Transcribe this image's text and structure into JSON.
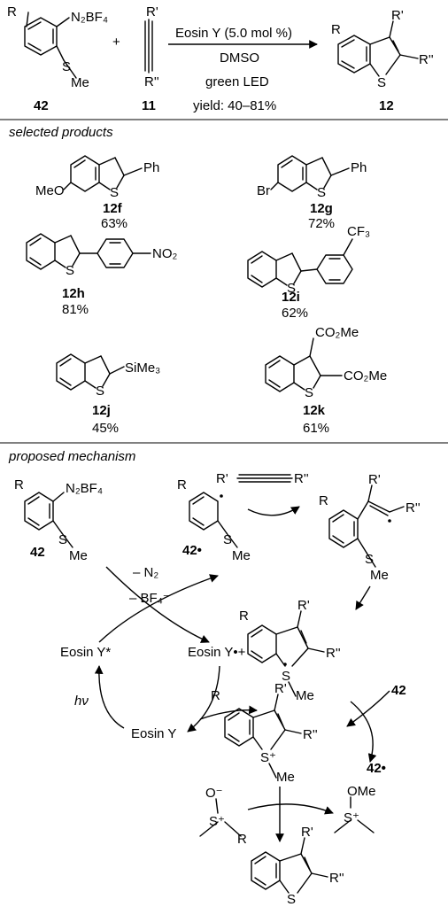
{
  "reaction": {
    "reactant_label": "42",
    "alkyne_label": "11",
    "product_label": "12",
    "plus": "+",
    "conditions": [
      "Eosin Y (5.0 mol %)",
      "DMSO",
      "green LED",
      "yield: 40–81%"
    ],
    "groups": {
      "R": "R",
      "R1": "R'",
      "R2": "R''",
      "diazonium": "N₂BF₄",
      "S": "S",
      "Me": "Me"
    }
  },
  "sections": {
    "selected_products": "selected products",
    "proposed_mechanism": "proposed mechanism"
  },
  "products": [
    {
      "id": "12f",
      "yield": "63%",
      "substituent": "MeO",
      "group": "Ph"
    },
    {
      "id": "12g",
      "yield": "72%",
      "substituent": "Br",
      "group": "Ph"
    },
    {
      "id": "12h",
      "yield": "81%",
      "group": "NO₂"
    },
    {
      "id": "12i",
      "yield": "62%",
      "group": "CF₃"
    },
    {
      "id": "12j",
      "yield": "45%",
      "group": "SiMe₃"
    },
    {
      "id": "12k",
      "yield": "61%",
      "group_top": "CO₂Me",
      "group_right": "CO₂Me"
    }
  ],
  "mechanism": {
    "radical_label": "42•",
    "loss_n2": "– N₂",
    "loss_bf4": "– BF₄⁻",
    "eosin_excited": "Eosin Y*",
    "eosin_radical_cation": "Eosin Y•+",
    "eosin_ground": "Eosin Y",
    "hv": "hν",
    "dmso_o": "O⁻",
    "dmso_s": "S⁺",
    "sulfonium_ome": "OMe",
    "reagent_42": "42",
    "product_radical": "42•",
    "alkyne": "R'─≡─R''"
  }
}
